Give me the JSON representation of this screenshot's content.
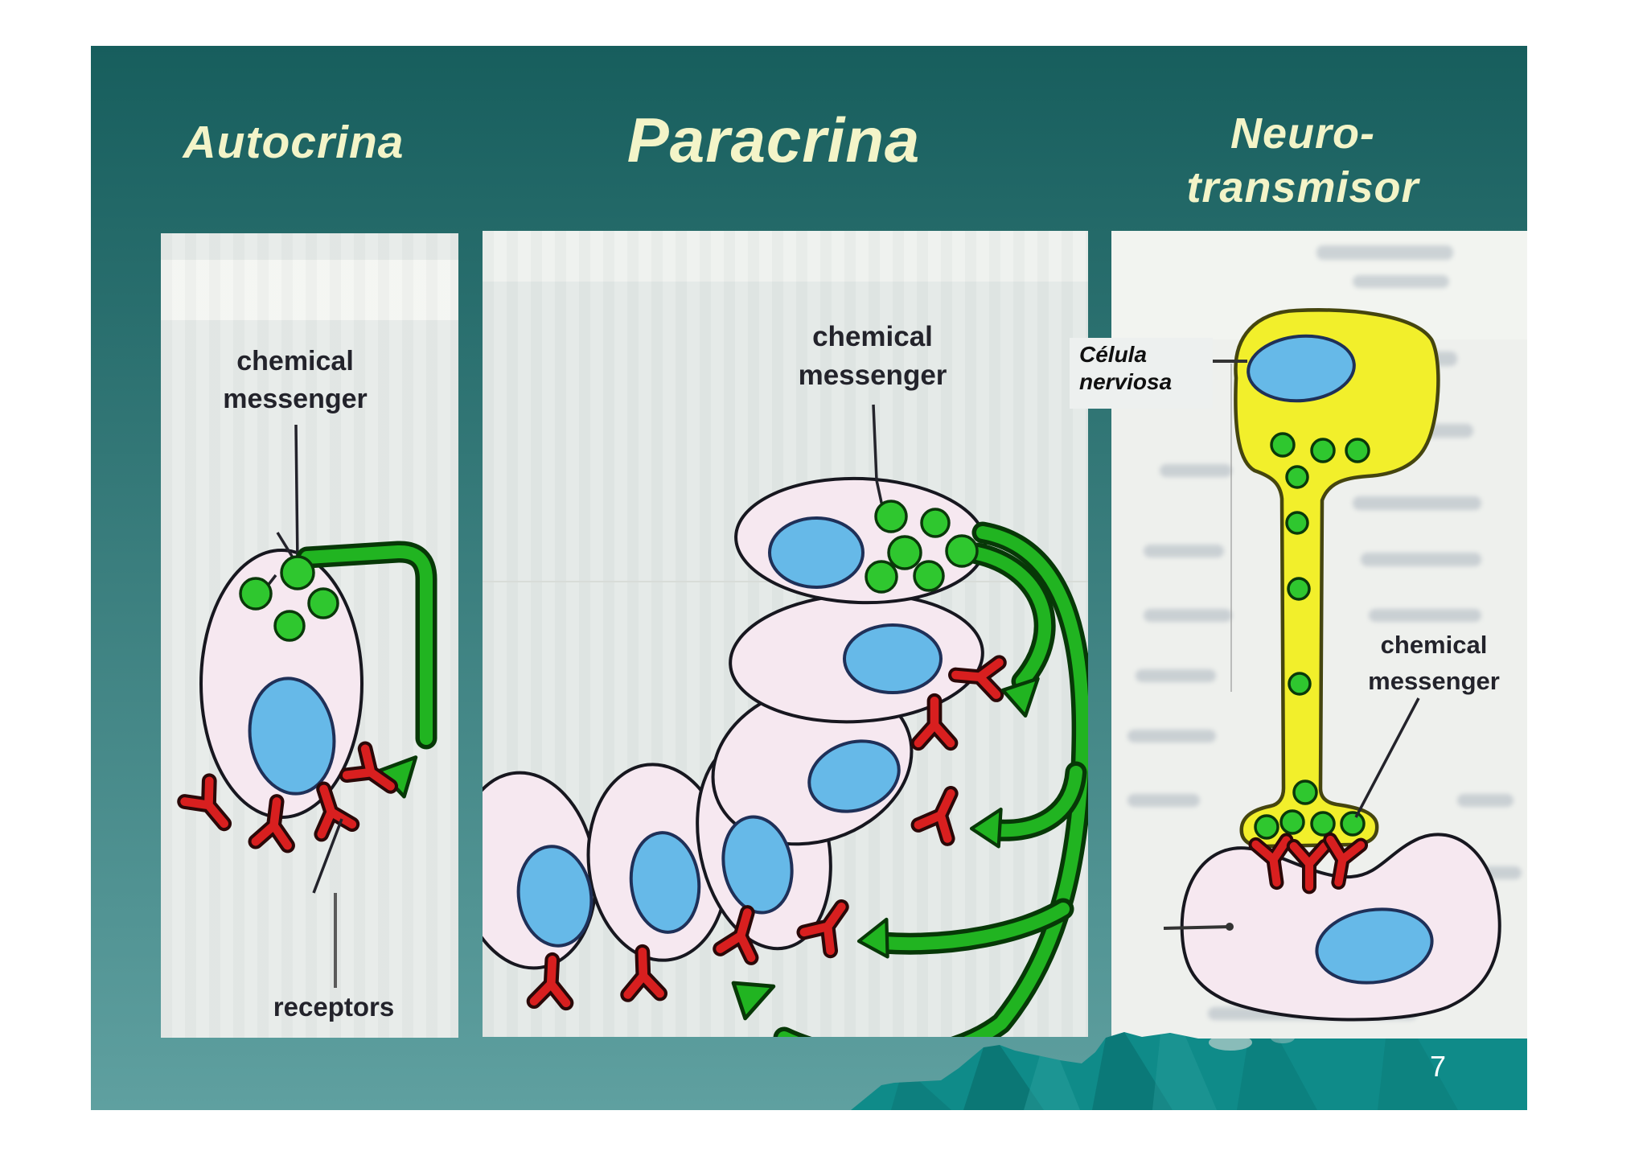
{
  "titles": {
    "autocrine": "Autocrina",
    "paracrine": "Paracrina",
    "neuro_line1": "Neuro-",
    "neuro_line2": "transmisor"
  },
  "panel_autocrine": {
    "label_chemical": "chemical",
    "label_messenger": "messenger",
    "label_receptors": "receptors"
  },
  "panel_paracrine": {
    "label_chemical": "chemical",
    "label_messenger": "messenger"
  },
  "panel_neuro": {
    "annotation_line1": "Célula",
    "annotation_line2": "nerviosa",
    "label_chemical": "chemical",
    "label_messenger": "messenger"
  },
  "footer": {
    "page_number": "7"
  },
  "colors": {
    "slide_gradient_top": "#175e5d",
    "slide_gradient_bottom": "#5fa0a0",
    "title_text": "#f3f4c8",
    "panel_bg": "#e7ebe9",
    "cell_fill": "#f6e8f0",
    "nucleus_fill": "#66b9e8",
    "vesicle_green": "#2fc72f",
    "messenger_green": "#21b421",
    "receptor_red": "#d81f1f",
    "neuron_yellow": "#f2ef2b",
    "wave_teal": "#0f8b89",
    "page_number_text": "#ffffff"
  }
}
